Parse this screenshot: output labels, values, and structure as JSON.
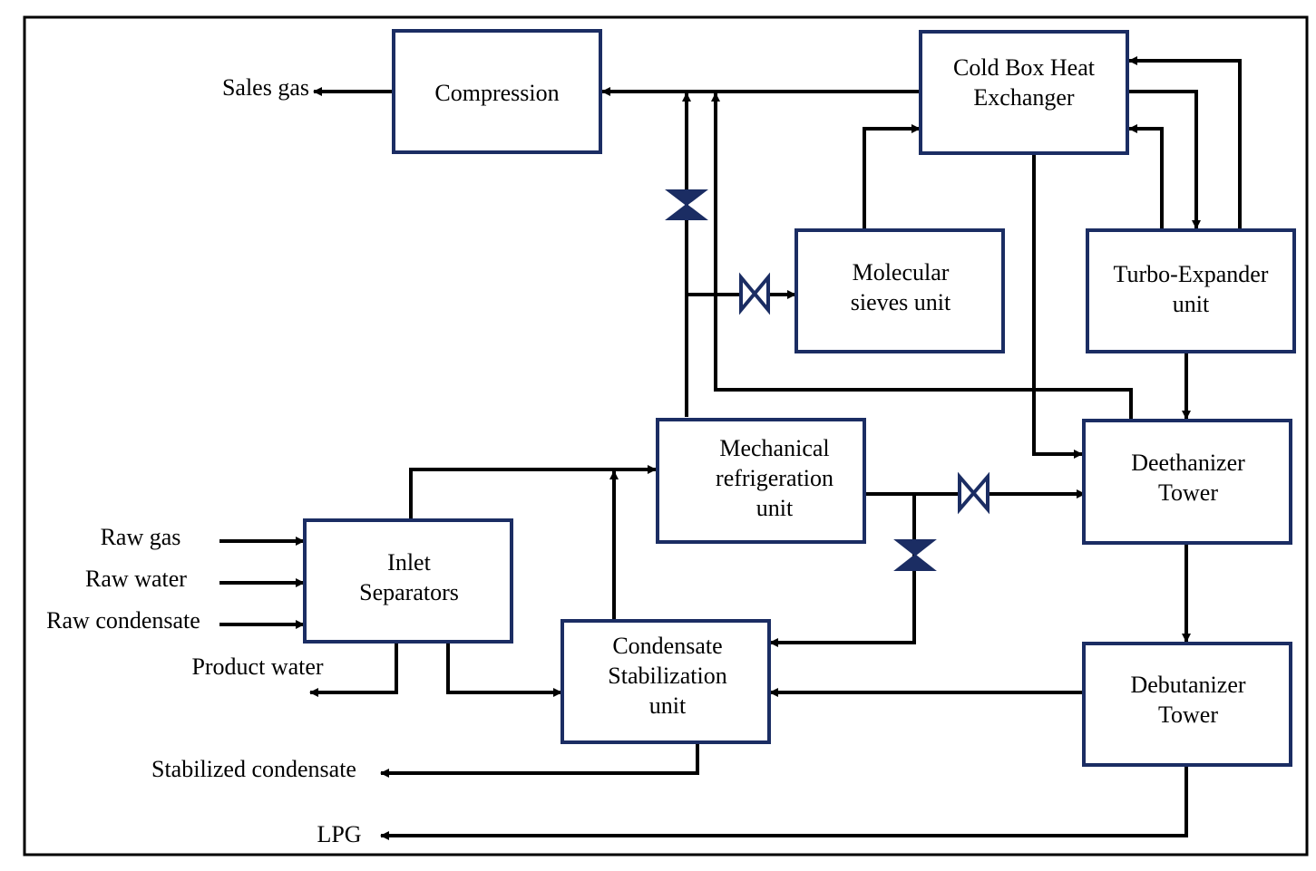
{
  "units": {
    "compression": {
      "lines": [
        "Compression"
      ]
    },
    "cold_box": {
      "lines": [
        "Cold Box Heat",
        "Exchanger"
      ]
    },
    "molecular_sieves": {
      "lines": [
        "Molecular",
        "sieves unit"
      ]
    },
    "turbo_expander": {
      "lines": [
        "Turbo-Expander",
        "unit"
      ]
    },
    "mechanical_refrigeration": {
      "lines": [
        "Mechanical",
        "refrigeration",
        "unit"
      ]
    },
    "deethanizer": {
      "lines": [
        "Deethanizer",
        "Tower"
      ]
    },
    "inlet_separators": {
      "lines": [
        "Inlet",
        "Separators"
      ]
    },
    "condensate_stabilization": {
      "lines": [
        "Condensate",
        "Stabilization",
        "unit"
      ]
    },
    "debutanizer": {
      "lines": [
        "Debutanizer",
        "Tower"
      ]
    }
  },
  "streams": {
    "sales_gas": "Sales gas",
    "raw_gas": "Raw gas",
    "raw_water": "Raw water",
    "raw_condensate": "Raw condensate",
    "product_water": "Product water",
    "stabilized_condensate": "Stabilized condensate",
    "lpg": "LPG"
  },
  "colors": {
    "box_border": "#1b2d63",
    "valve": "#1b2d63",
    "line": "#000000"
  },
  "icons": {
    "valve_closed": "bowtie-valve-filled-icon",
    "valve_open": "bowtie-valve-outline-icon"
  }
}
